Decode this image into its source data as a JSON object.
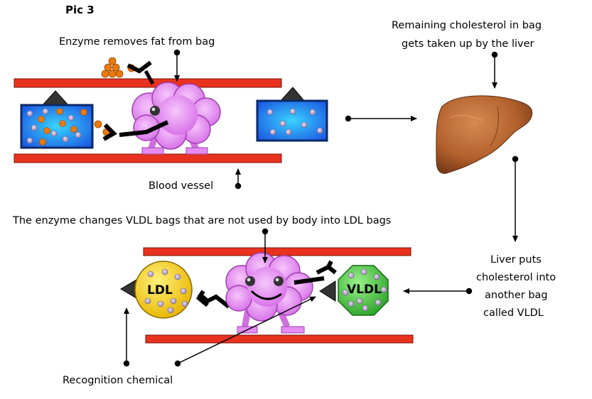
{
  "title": "Pic 3",
  "labels": {
    "enzyme_removes": "Enzyme removes fat from bag",
    "remaining_line1": "Remaining cholesterol in bag",
    "remaining_line2": "gets taken up by the liver",
    "blood_vessel": "Blood vessel",
    "changes": "The enzyme changes VLDL bags that are not used by body into LDL bags",
    "liver_line1": "Liver puts",
    "liver_line2": "cholesterol into",
    "liver_line3": "another bag",
    "liver_line4": "called VLDL",
    "recognition": "Recognition chemical",
    "ldl": "LDL",
    "vldl": "VLDL"
  },
  "colors": {
    "vessel": "#e8321e",
    "bag_blue": "#1e6cf0",
    "fat": "#e87a10",
    "enzyme": "#e58cf2",
    "liver": "#b5622e",
    "ldl": "#f3d21a",
    "vldl": "#3fbf3a",
    "cholesterol": "#b9a6c9"
  }
}
